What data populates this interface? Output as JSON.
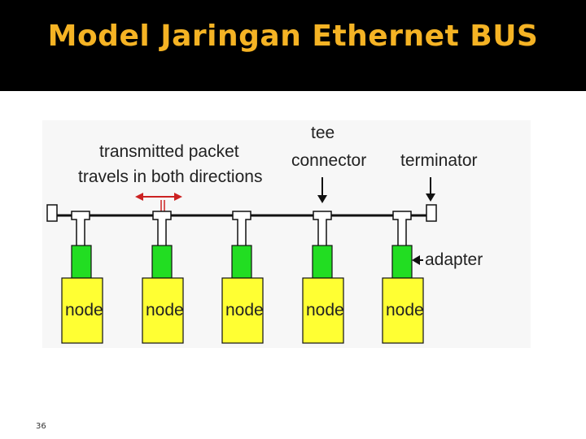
{
  "slide": {
    "title": "Model Jaringan Ethernet BUS",
    "page_number": "36"
  },
  "diagram": {
    "labels": {
      "packet_line1": "transmitted packet",
      "packet_line2": "travels in both directions",
      "tee_line1": "tee",
      "tee_line2": "connector",
      "terminator": "terminator",
      "adapter": "adapter"
    },
    "nodes": [
      {
        "label": "node"
      },
      {
        "label": "node"
      },
      {
        "label": "node"
      },
      {
        "label": "node"
      },
      {
        "label": "node"
      }
    ]
  },
  "colors": {
    "title": "#f5b324",
    "title_bar": "#000000",
    "adapter": "#22dd22",
    "node": "#ffff33",
    "arrow": "#cc2222"
  }
}
